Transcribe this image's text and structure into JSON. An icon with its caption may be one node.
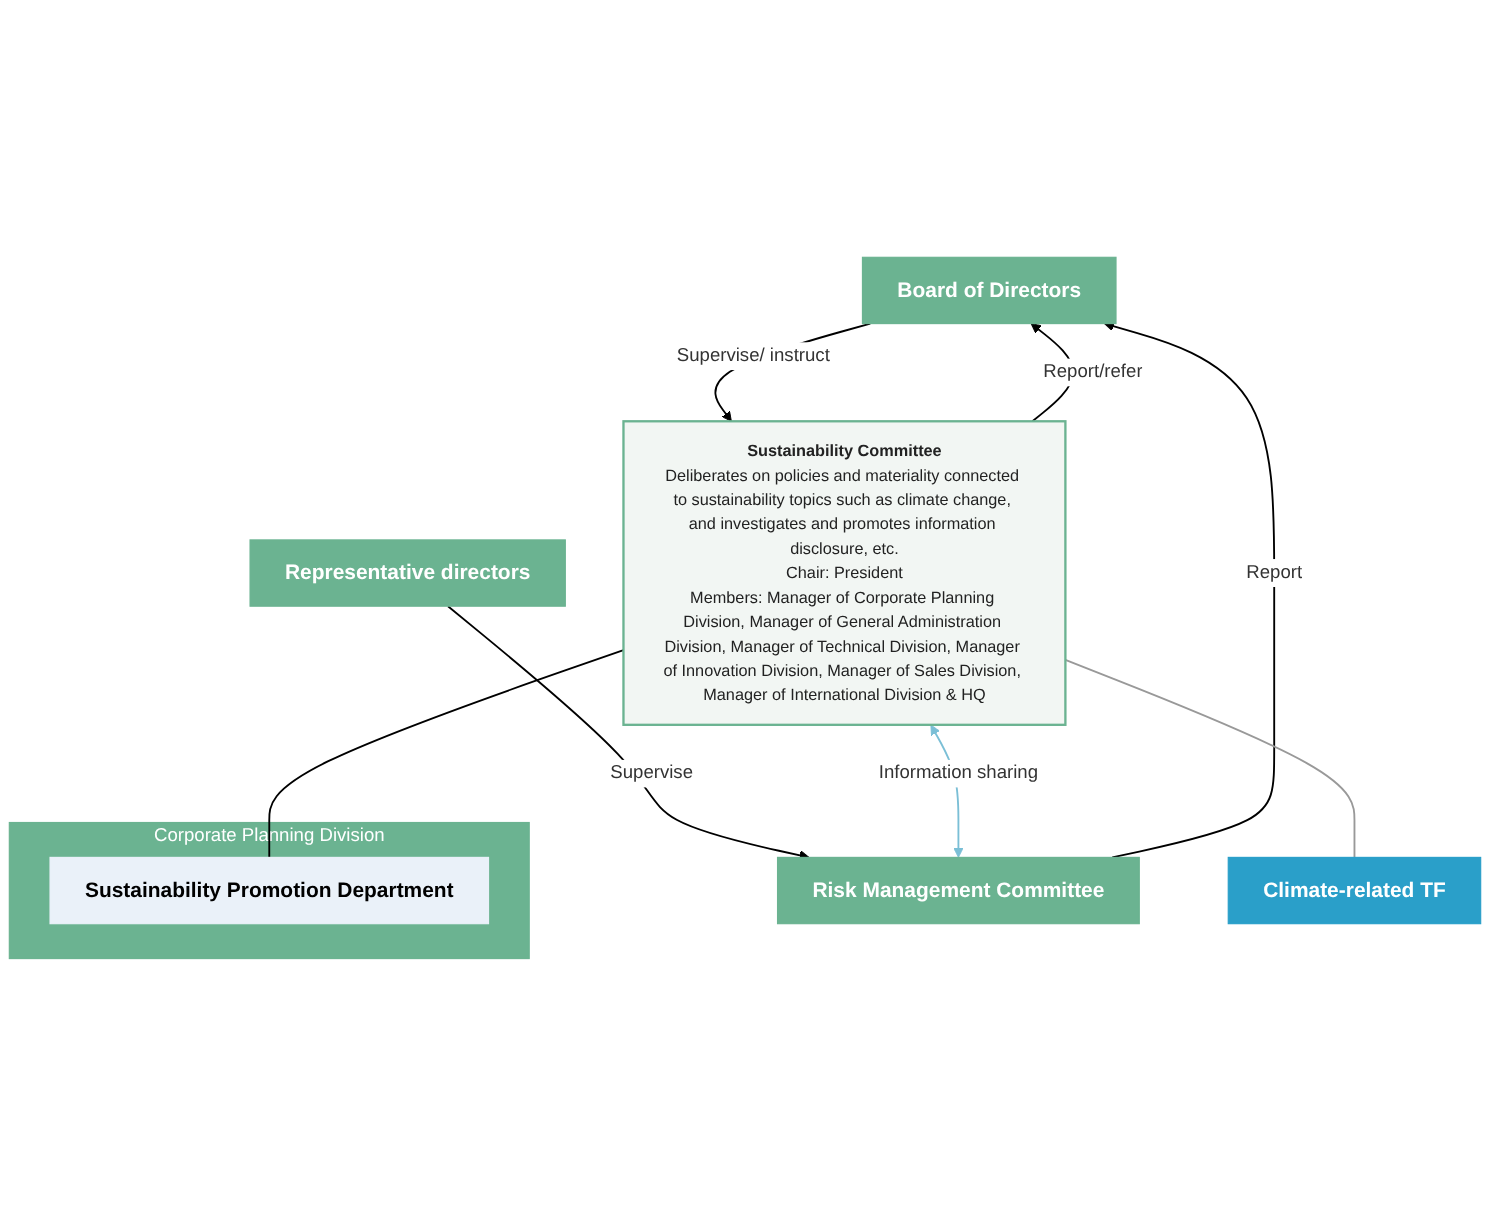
{
  "diagram": {
    "nodes": [
      {
        "text": [
          "Board of Directors"
        ]
      },
      {
        "text": [
          "Representative directors"
        ]
      },
      {
        "text": [
          "Sustainability Committee",
          "Deliberates on policies and materiality connected to sustainability topics such as climate change, and investigates and promotes information disclosure, etc.",
          "Chair: President",
          "Members: Manager of Corporate Planning Division, Manager of General Administration Division, Manager of Technical Division, Manager of Innovation Division, Manager of Sales Division, Manager of International Division & HQ"
        ]
      },
      {
        "text": [
          "Risk Management Committee"
        ]
      },
      {
        "text": [
          "Corporate Planning Division"
        ]
      },
      {
        "text": [
          "Sustainability Promotion Department"
        ],
        "in": 4
      },
      {
        "text": [
          "Climate-related TF"
        ]
      }
    ],
    "edges": [
      {
        "from": 0,
        "to": 2,
        "arrow": "to",
        "label": "Supervise/ instruct"
      },
      {
        "from": 2,
        "to": 0,
        "arrow": "to",
        "label": "Report/refer"
      },
      {
        "from": 3,
        "to": 0,
        "arrow": "to",
        "label": "Report"
      },
      {
        "from": 1,
        "to": 3,
        "arrow": "to",
        "label": "Supervise"
      },
      {
        "from": 2,
        "to": 3,
        "arrow": "both",
        "label": "Information sharing",
        "color": "#7bbfd6"
      },
      {
        "from": 2,
        "to": 5,
        "arrow": "none"
      },
      {
        "from": 2,
        "to": 6,
        "arrow": "none",
        "color": "#999999"
      }
    ]
  }
}
